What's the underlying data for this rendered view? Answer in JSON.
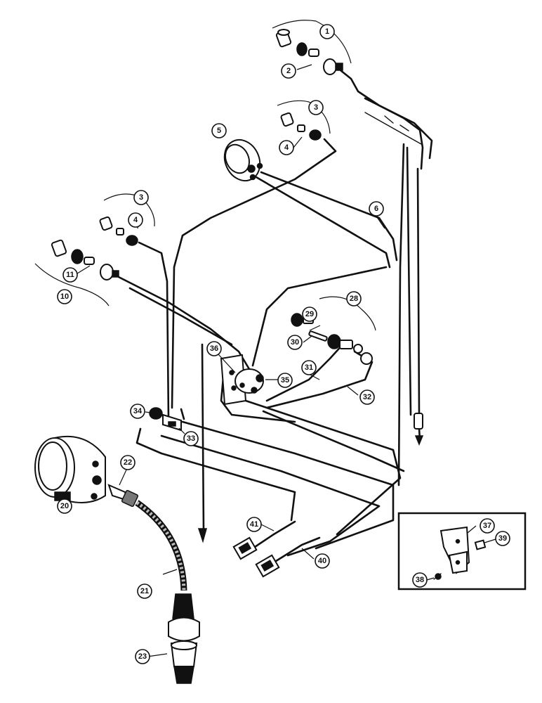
{
  "callouts": [
    {
      "label": "1"
    },
    {
      "label": "2"
    },
    {
      "label": "3"
    },
    {
      "label": "4"
    },
    {
      "label": "5"
    },
    {
      "label": "6"
    },
    {
      "label": "3"
    },
    {
      "label": "4"
    },
    {
      "label": "11"
    },
    {
      "label": "10"
    },
    {
      "label": "28"
    },
    {
      "label": "29"
    },
    {
      "label": "30"
    },
    {
      "label": "36"
    },
    {
      "label": "35"
    },
    {
      "label": "31"
    },
    {
      "label": "32"
    },
    {
      "label": "34"
    },
    {
      "label": "33"
    },
    {
      "label": "22"
    },
    {
      "label": "20"
    },
    {
      "label": "41"
    },
    {
      "label": "40"
    },
    {
      "label": "21"
    },
    {
      "label": "23"
    },
    {
      "label": "37"
    },
    {
      "label": "39"
    },
    {
      "label": "38"
    }
  ]
}
